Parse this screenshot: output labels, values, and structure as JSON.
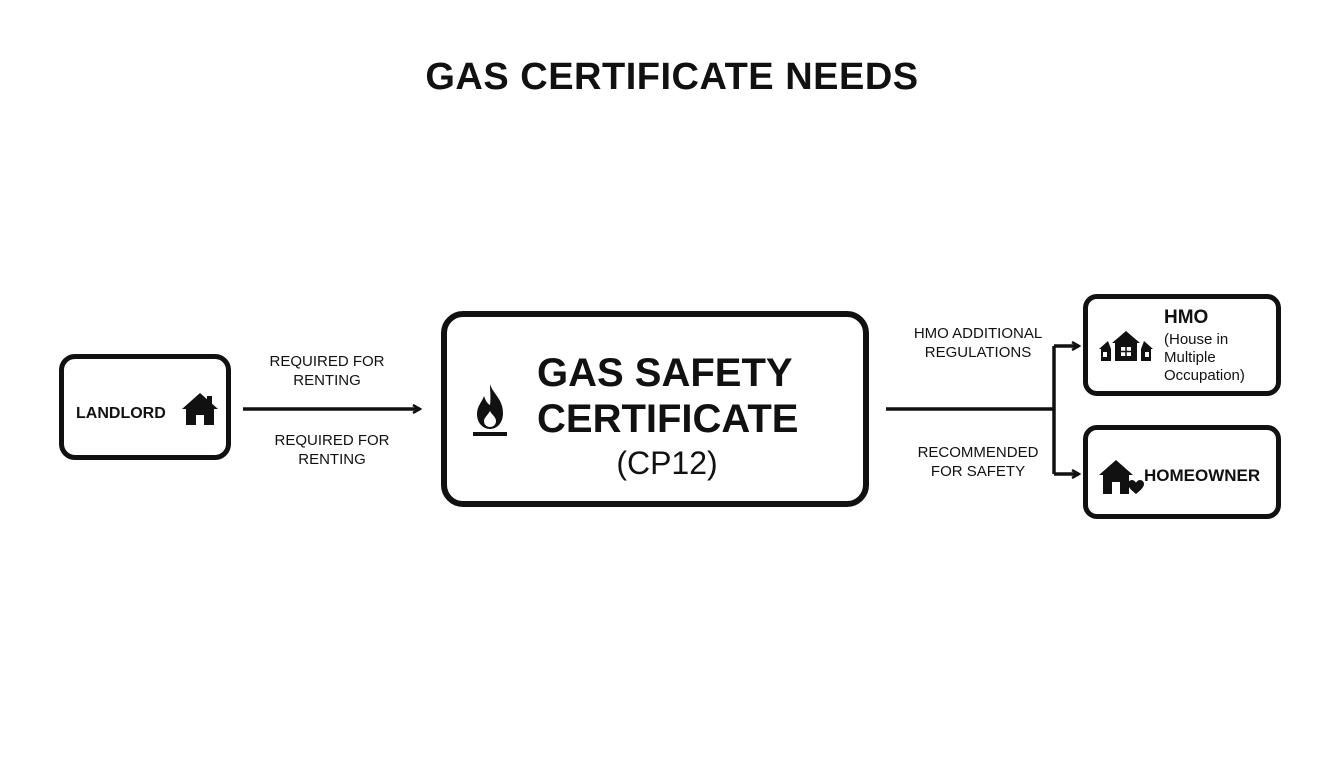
{
  "title": "GAS CERTIFICATE NEEDS",
  "nodes": {
    "landlord": {
      "label": "LANDLORD",
      "icon": "house-icon"
    },
    "center": {
      "line1": "GAS SAFETY",
      "line2": "CERTIFICATE",
      "line3": "(CP12)",
      "icon": "flame-icon"
    },
    "hmo": {
      "title": "HMO",
      "subtitle": "(House in Multiple Occupation)",
      "icon": "multi-house-icon"
    },
    "homeowner": {
      "label": "HOMEOWNER",
      "icon": "house-heart-icon"
    }
  },
  "edges": {
    "landlord_top": "REQUIRED FOR RENTING",
    "landlord_bottom": "REQUIRED FOR RENTING",
    "to_hmo": "HMO ADDITIONAL REGULATIONS",
    "to_homeowner": "RECOMMENDED FOR SAFETY"
  },
  "colors": {
    "stroke": "#111111",
    "background": "#ffffff"
  }
}
